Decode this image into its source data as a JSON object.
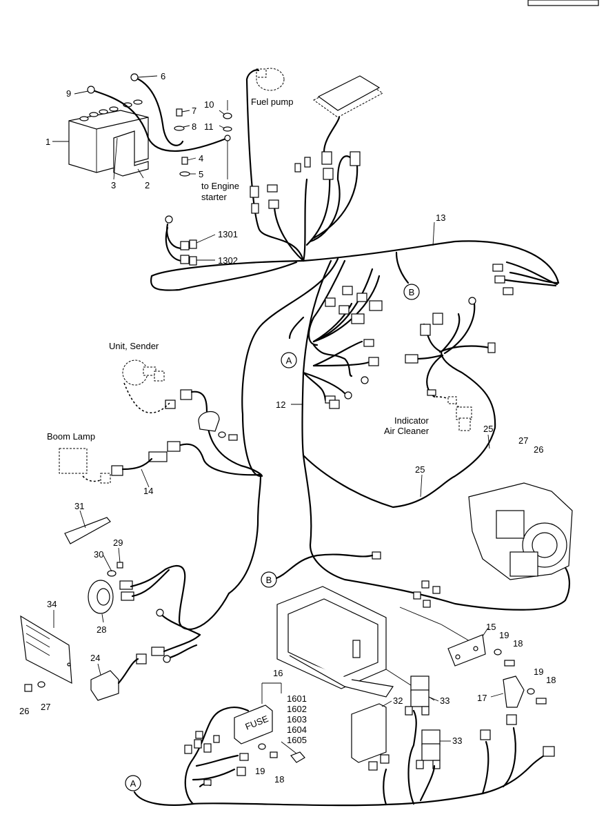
{
  "labels": {
    "fuel_pump": "Fuel pump",
    "to_engine_starter_1": "to Engine",
    "to_engine_starter_2": "starter",
    "unit_sender": "Unit, Sender",
    "boom_lamp": "Boom Lamp",
    "indicator_1": "Indicator",
    "indicator_2": "Air Cleaner",
    "fuse": "FUSE"
  },
  "refs": {
    "r1": "1",
    "r2": "2",
    "r3": "3",
    "r4": "4",
    "r5": "5",
    "r6": "6",
    "r7": "7",
    "r8": "8",
    "r9": "9",
    "r10": "10",
    "r11": "11",
    "r12": "12",
    "r13": "13",
    "r14": "14",
    "r15": "15",
    "r16": "16",
    "r17": "17",
    "r18a": "18",
    "r18b": "18",
    "r18c": "18",
    "r19a": "19",
    "r19b": "19",
    "r19c": "19",
    "r24": "24",
    "r25a": "25",
    "r25b": "25",
    "r26a": "26",
    "r26b": "26",
    "r27a": "27",
    "r27b": "27",
    "r28": "28",
    "r29": "29",
    "r30": "30",
    "r31": "31",
    "r32": "32",
    "r33a": "33",
    "r33b": "33",
    "r34": "34",
    "r1301": "1301",
    "r1302": "1302",
    "r1601": "1601",
    "r1602": "1602",
    "r1603": "1603",
    "r1604": "1604",
    "r1605": "1605"
  },
  "junctions": {
    "a1": "A",
    "a2": "A",
    "b1": "B",
    "b2": "B"
  }
}
